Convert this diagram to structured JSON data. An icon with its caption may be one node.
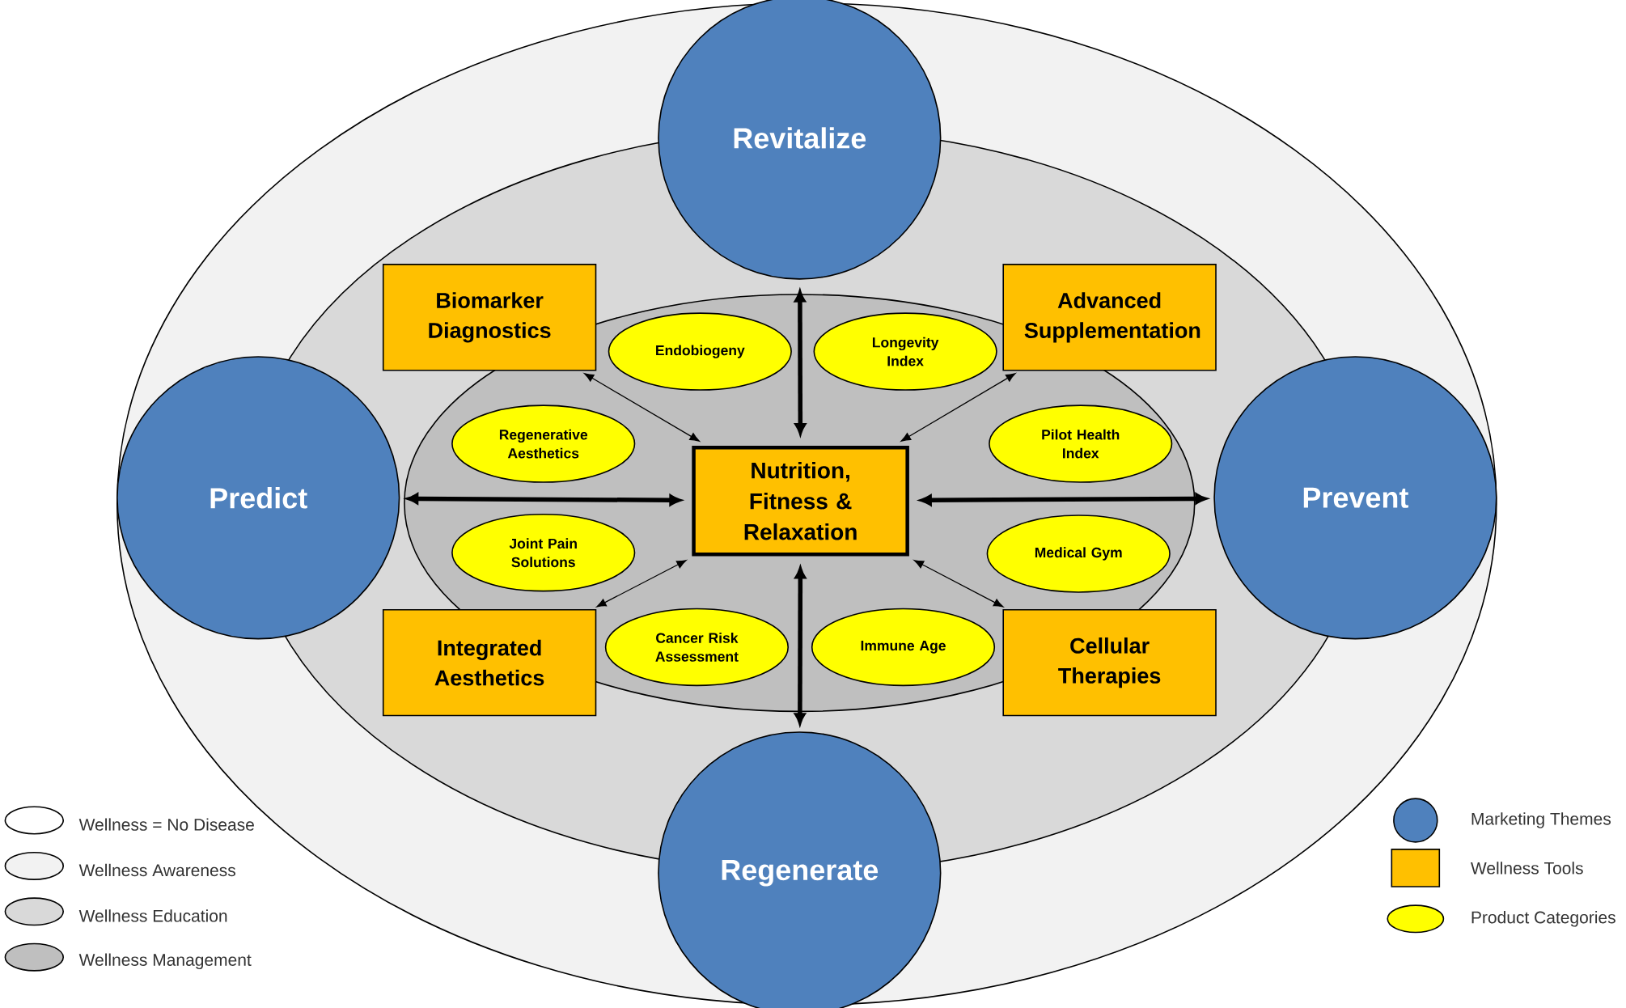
{
  "diagram": {
    "nodes": [
      {
        "text": [
          "Revitalize"
        ]
      },
      {
        "text": [
          "Biomarker Diagnostics"
        ]
      },
      {
        "text": [
          "Endobiogeny"
        ]
      },
      {
        "text": [
          "Longevity Index"
        ]
      },
      {
        "text": [
          "Advanced Supplementation"
        ]
      },
      {
        "text": [
          "Predict"
        ]
      },
      {
        "text": [
          "Regenerative Aesthetics"
        ]
      },
      {
        "text": [
          "Nutrition, Fitness & Relaxation"
        ]
      },
      {
        "text": [
          "Pilot Health Index"
        ]
      },
      {
        "text": [
          "Prevent"
        ]
      },
      {
        "text": [
          "Joint Pain Solutions"
        ]
      },
      {
        "text": [
          "Medical Gym"
        ]
      },
      {
        "text": [
          "Integrated Aesthetics"
        ]
      },
      {
        "text": [
          "Cancer Risk Assessment"
        ]
      },
      {
        "text": [
          "Immune Age"
        ]
      },
      {
        "text": [
          "Cellular Therapies"
        ]
      },
      {
        "text": [
          "Regenerate"
        ]
      }
    ],
    "edges": [
      {
        "from": 7,
        "to": 0,
        "arrow": "both",
        "style": "thick"
      },
      {
        "from": 7,
        "to": 5,
        "arrow": "both",
        "style": "thick"
      },
      {
        "from": 7,
        "to": 9,
        "arrow": "both",
        "style": "thick"
      },
      {
        "from": 7,
        "to": 16,
        "arrow": "both",
        "style": "thick"
      },
      {
        "from": 7,
        "to": 1,
        "arrow": "both"
      },
      {
        "from": 7,
        "to": 4,
        "arrow": "both"
      },
      {
        "from": 7,
        "to": 12,
        "arrow": "both"
      },
      {
        "from": 7,
        "to": 15,
        "arrow": "both"
      }
    ],
    "legend": [
      {
        "text": "Wellness = No Disease"
      },
      {
        "text": "Wellness Awareness",
        "color": "#f2f2f2"
      },
      {
        "text": "Wellness Education",
        "color": "#d9d9d9"
      },
      {
        "text": "Wellness Management",
        "color": "#bfbfbf"
      },
      {
        "text": "Marketing Themes",
        "color": "#4f81bd"
      },
      {
        "text": "Wellness Tools",
        "color": "#ffc000"
      },
      {
        "text": "Product Categories",
        "color": "#ffff00"
      }
    ]
  }
}
